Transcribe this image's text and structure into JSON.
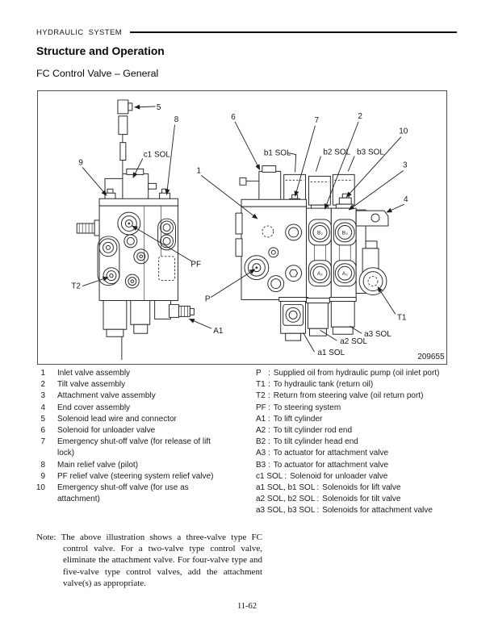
{
  "header": {
    "section": "HYDRAULIC  SYSTEM",
    "title": "Structure and Operation",
    "subtitle": "FC Control Valve – General"
  },
  "figure": {
    "number": "209655",
    "callouts": {
      "1": "1",
      "2": "2",
      "3": "3",
      "4": "4",
      "5": "5",
      "6": "6",
      "7": "7",
      "8": "8",
      "9": "9",
      "10": "10",
      "c1_sol": "c1 SOL",
      "b1_sol": "b1 SOL",
      "b2_sol": "b2 SOL",
      "b3_sol": "b3 SOL",
      "a1_sol": "a1 SOL",
      "a2_sol": "a2 SOL",
      "a3_sol": "a3 SOL",
      "p": "P",
      "pf": "PF",
      "t1": "T1",
      "t2": "T2",
      "a1": "A1",
      "port_b2": "B₂",
      "port_b3": "B₃",
      "port_a2": "A₂",
      "port_a3": "A₃"
    }
  },
  "legend": {
    "separator": ":",
    "items": [
      {
        "num": "1",
        "text": "Inlet valve assembly"
      },
      {
        "num": "2",
        "text": "Tilt valve assembly"
      },
      {
        "num": "3",
        "text": "Attachment valve assembly"
      },
      {
        "num": "4",
        "text": "End cover assembly"
      },
      {
        "num": "5",
        "text": "Solenoid lead wire and connector"
      },
      {
        "num": "6",
        "text": "Solenoid for unloader valve"
      },
      {
        "num": "7",
        "text": "Emergency shut-off valve (for release of lift\nlock)"
      },
      {
        "num": "8",
        "text": "Main relief valve (pilot)"
      },
      {
        "num": "9",
        "text": "PF relief valve (steering system relief valve)"
      },
      {
        "num": "10",
        "text": "Emergency shut-off valve (for use as\nattachment)"
      }
    ],
    "ports": [
      {
        "term": "P",
        "desc": "Supplied oil from hydraulic pump (oil inlet port)"
      },
      {
        "term": "T1",
        "desc": "To hydraulic tank (return oil)"
      },
      {
        "term": "T2",
        "desc": "Return from steering valve (oil return port)"
      },
      {
        "term": "PF",
        "desc": "To steering system"
      },
      {
        "term": "A1",
        "desc": "To lift cylinder"
      },
      {
        "term": "A2",
        "desc": "To tilt cylinder rod end"
      },
      {
        "term": "B2",
        "desc": "To tilt cylinder head end"
      },
      {
        "term": "A3",
        "desc": "To actuator for attachment valve"
      },
      {
        "term": "B3",
        "desc": "To actuator for attachment valve"
      },
      {
        "term": "c1 SOL",
        "desc": "Solenoid for unloader valve"
      },
      {
        "term": "a1 SOL, b1 SOL",
        "desc": "Solenoids for lift valve"
      },
      {
        "term": "a2 SOL, b2 SOL",
        "desc": "Solenoids for tilt valve"
      },
      {
        "term": "a3 SOL, b3 SOL",
        "desc": "Solenoids for attachment valve"
      }
    ]
  },
  "note": {
    "label": "Note:",
    "text": "The above illustration shows a three-valve type FC control valve. For a two-valve type control valve, eliminate the attachment valve. For four-valve type and five-valve type control valves, add the attachment valve(s) as appropriate."
  },
  "footer": {
    "page_number": "11-62"
  }
}
